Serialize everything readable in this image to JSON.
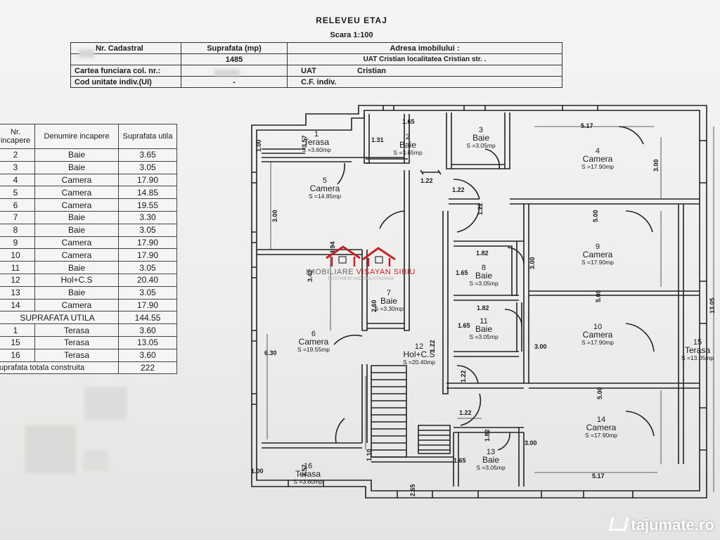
{
  "title": "RELEVEU ETAJ",
  "scale": "Scara 1:100",
  "header": {
    "nr_cadastral_label": "Nr. Cadastral",
    "suprafata_label": "Suprafata (mp)",
    "suprafata_value": "1485",
    "adresa_label": "Adresa imobilului :",
    "adresa_value": "UAT Cristian localitatea Cristian str. .",
    "carte_funciara_label": "Cartea funciara col. nr.:",
    "uat_label": "UAT",
    "uat_value": "Cristian",
    "cod_unitate_label": "Cod unitate indiv.(UI)",
    "cod_unitate_value": "-",
    "cf_label": "C.F. indiv."
  },
  "rooms_table": {
    "col_nr": "Nr. incapere",
    "col_denumire": "Denumire incapere",
    "col_suprafata": "Suprafata utila",
    "rows": [
      {
        "nr": "2",
        "name": "Baie",
        "area": "3.65"
      },
      {
        "nr": "3",
        "name": "Baie",
        "area": "3.05"
      },
      {
        "nr": "4",
        "name": "Camera",
        "area": "17.90"
      },
      {
        "nr": "5",
        "name": "Camera",
        "area": "14.85"
      },
      {
        "nr": "6",
        "name": "Camera",
        "area": "19.55"
      },
      {
        "nr": "7",
        "name": "Baie",
        "area": "3.30"
      },
      {
        "nr": "8",
        "name": "Baie",
        "area": "3.05"
      },
      {
        "nr": "9",
        "name": "Camera",
        "area": "17.90"
      },
      {
        "nr": "10",
        "name": "Camera",
        "area": "17.90"
      },
      {
        "nr": "11",
        "name": "Baie",
        "area": "3.05"
      },
      {
        "nr": "12",
        "name": "Hol+C.S",
        "area": "20.40"
      },
      {
        "nr": "13",
        "name": "Baie",
        "area": "3.05"
      },
      {
        "nr": "14",
        "name": "Camera",
        "area": "17.90"
      }
    ],
    "total_label": "SUPRAFATA UTILA",
    "total_value": "144.55",
    "terase": [
      {
        "nr": "1",
        "name": "Terasa",
        "area": "3.60"
      },
      {
        "nr": "15",
        "name": "Terasa",
        "area": "13.05"
      },
      {
        "nr": "16",
        "name": "Terasa",
        "area": "3.60"
      }
    ],
    "construita_label": "uprafata totala construita",
    "construita_value": "222"
  },
  "plan_rooms": [
    {
      "n": "1",
      "name": "Terasa",
      "s": "S =3.60mp"
    },
    {
      "n": "2",
      "name": "Baie",
      "s": "S =3.65mp"
    },
    {
      "n": "3",
      "name": "Baie",
      "s": "S =3.05mp"
    },
    {
      "n": "4",
      "name": "Camera",
      "s": "S =17.90mp"
    },
    {
      "n": "5",
      "name": "Camera",
      "s": "S =14.85mp"
    },
    {
      "n": "6",
      "name": "Camera",
      "s": "S =19.55mp"
    },
    {
      "n": "7",
      "name": "Baie",
      "s": "S =3.30mp"
    },
    {
      "n": "8",
      "name": "Baie",
      "s": "S =3.05mp"
    },
    {
      "n": "9",
      "name": "Camera",
      "s": "S =17.90mp"
    },
    {
      "n": "10",
      "name": "Camera",
      "s": "S =17.90mp"
    },
    {
      "n": "11",
      "name": "Baie",
      "s": "S =3.05mp"
    },
    {
      "n": "12",
      "name": "Hol+C.S",
      "s": "S =20.40mp"
    },
    {
      "n": "13",
      "name": "Baie",
      "s": "S =3.05mp"
    },
    {
      "n": "14",
      "name": "Camera",
      "s": "S =17.90mp"
    },
    {
      "n": "15",
      "name": "Terasa",
      "s": "S =13.05mp"
    },
    {
      "n": "16",
      "name": "Terasa",
      "s": "S =3.60mp"
    }
  ],
  "dimensions": [
    "1.00",
    "3.57",
    "1.31",
    "1.65",
    "5.17",
    "3.00",
    "1.22",
    "1.22",
    "1.22",
    "3.00",
    "4.94",
    "5.00",
    "3.42",
    "1.82",
    "1.65",
    "3.00",
    "5.00",
    "13.05",
    "1.82",
    "1.65",
    "1.22",
    "6.30",
    "2.60",
    "3.00",
    "1.22",
    "5.00",
    "1.22",
    "1.10",
    "2.65",
    "1.65",
    "3.00",
    "1.00",
    "3.57",
    "5.17",
    "1.82"
  ],
  "watermark": {
    "brand_a": "IMOBILIARE ",
    "brand_b": "VISAYAN SIBIU",
    "tagline": "SUSTINEM AND SOLUTIONAM"
  },
  "site_logo": "tajumate.ro",
  "colors": {
    "watermark_red": "#c8202a"
  }
}
